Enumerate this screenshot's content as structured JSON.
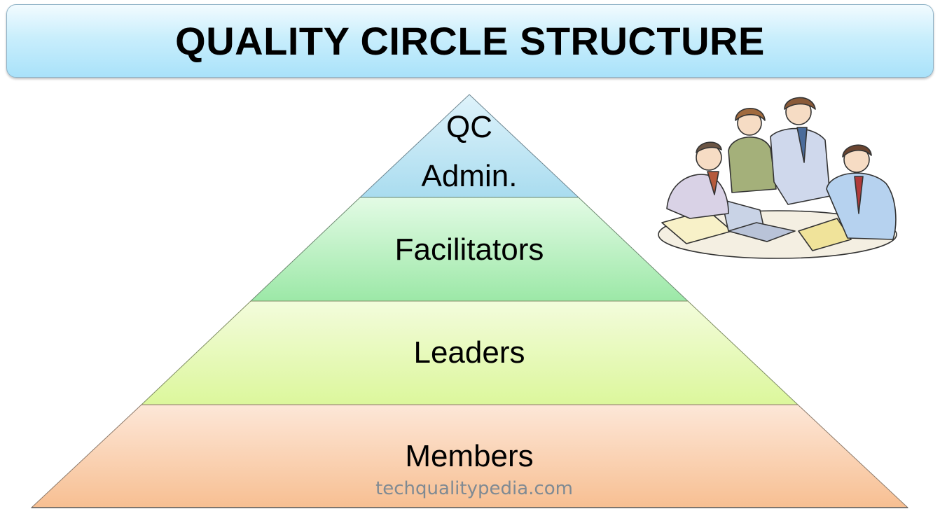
{
  "title": "QUALITY CIRCLE STRUCTURE",
  "pyramid": {
    "tiers": [
      {
        "label_lines": [
          "QC",
          "Admin."
        ],
        "color_top": "#dff3fb",
        "color_bottom": "#a9dcef"
      },
      {
        "label_lines": [
          "Facilitators"
        ],
        "color_top": "#e3fbe5",
        "color_bottom": "#9ce8a7"
      },
      {
        "label_lines": [
          "Leaders"
        ],
        "color_top": "#f3fcdc",
        "color_bottom": "#dcf79c"
      },
      {
        "label_lines": [
          "Members"
        ],
        "color_top": "#fde7d8",
        "color_bottom": "#f7bf92"
      }
    ]
  },
  "illustration": {
    "icon": "team-meeting-clipart"
  },
  "watermark": "techqualitypedia.com"
}
